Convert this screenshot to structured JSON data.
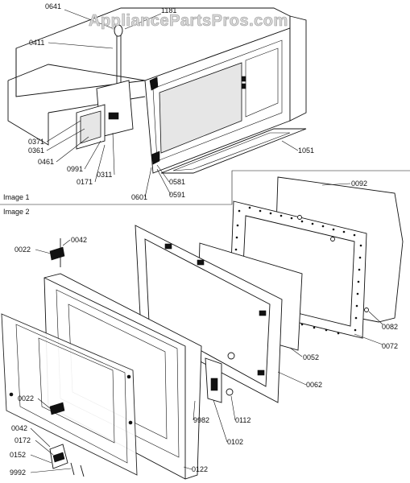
{
  "watermark": "AppliancePartsPros.com",
  "panels": [
    {
      "label": "Image 1"
    },
    {
      "label": "Image 2"
    }
  ],
  "callouts_image1": [
    "0641",
    "1181",
    "0411",
    "0371",
    "0361",
    "0461",
    "0991",
    "0171",
    "0311",
    "0601",
    "0581",
    "0591",
    "1051"
  ],
  "callouts_image2": [
    "0092",
    "0042",
    "0022",
    "0082",
    "0072",
    "0052",
    "0062",
    "0022",
    "0112",
    "9982",
    "0102",
    "0042",
    "0172",
    "0152",
    "9992",
    "0122"
  ]
}
